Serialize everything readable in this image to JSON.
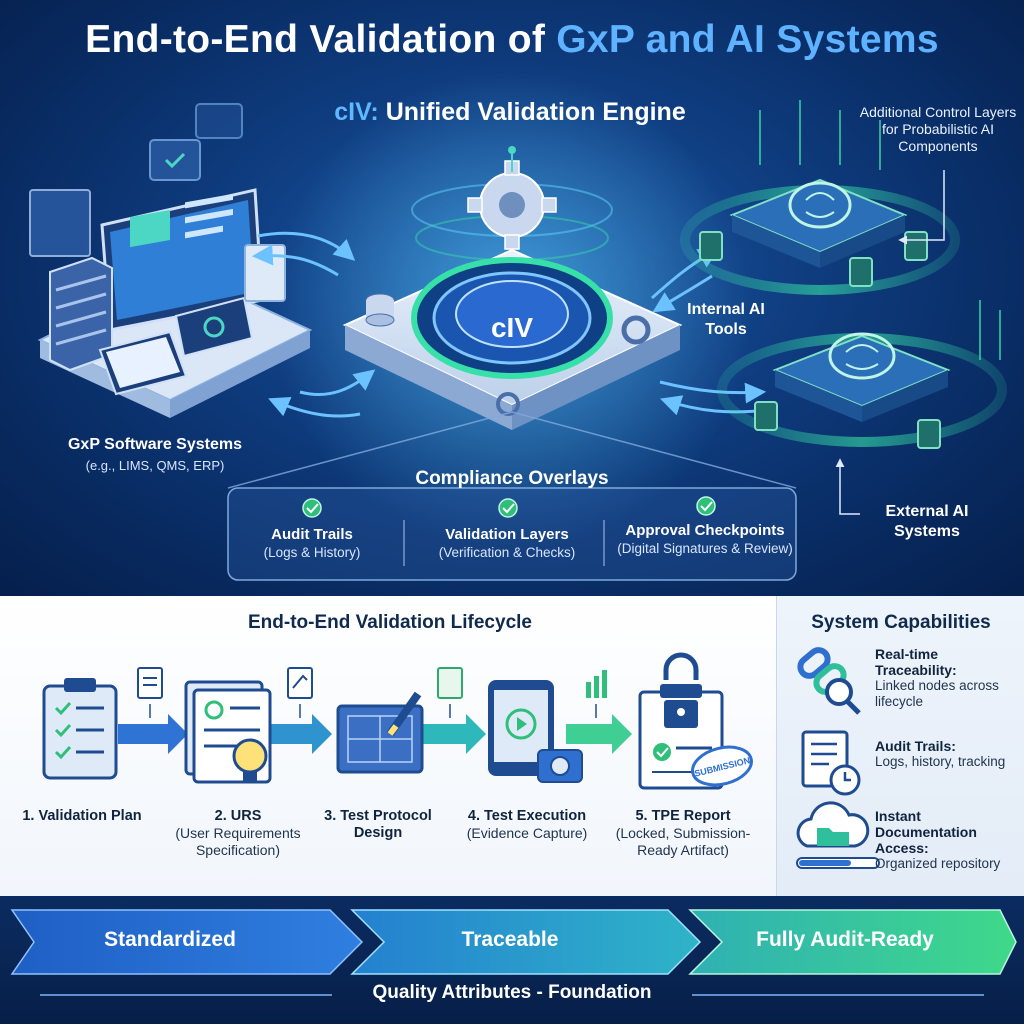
{
  "header": {
    "title_main": "End-to-End Validation of ",
    "title_highlight": "GxP and AI Systems"
  },
  "engine": {
    "title_highlight": "cIV:",
    "title_rest": " Unified Validation Engine",
    "core_label": "cIV"
  },
  "ai": {
    "additional_layers": "Additional Control Layers for Probabilistic AI Components",
    "internal": "Internal AI Tools",
    "external": "External AI Systems"
  },
  "gxp": {
    "title": "GxP Software Systems",
    "subtitle": "(e.g., LIMS, QMS, ERP)"
  },
  "compliance": {
    "title": "Compliance Overlays",
    "items": [
      {
        "title": "Audit Trails",
        "sub": "(Logs & History)"
      },
      {
        "title": "Validation Layers",
        "sub": "(Verification & Checks)"
      },
      {
        "title": "Approval Checkpoints",
        "sub": "(Digital Signatures & Review)"
      }
    ]
  },
  "lifecycle": {
    "title": "End-to-End Validation Lifecycle",
    "steps": [
      {
        "title": "1. Validation Plan",
        "sub": ""
      },
      {
        "title": "2. URS",
        "sub": "(User Requirements Specification)"
      },
      {
        "title": "3. Test Protocol Design",
        "sub": ""
      },
      {
        "title": "4. Test Execution",
        "sub": "(Evidence Capture)"
      },
      {
        "title": "5. TPE Report",
        "sub": "(Locked, Submission-Ready Artifact)"
      }
    ],
    "stamp": "SUBMISSION"
  },
  "capabilities": {
    "title": "System Capabilities",
    "items": [
      {
        "title": "Real-time Traceability:",
        "sub": "Linked nodes across lifecycle"
      },
      {
        "title": "Audit Trails:",
        "sub": "Logs, history, tracking"
      },
      {
        "title": "Instant Documentation Access:",
        "sub": "Organized repository"
      }
    ]
  },
  "quality": {
    "chevrons": [
      "Standardized",
      "Traceable",
      "Fully Audit-Ready"
    ],
    "foundation": "Quality Attributes - Foundation"
  },
  "colors": {
    "navy": "#0a2a5c",
    "accent_blue": "#5fb2ff",
    "teal": "#2fc7a0",
    "green_check": "#3fd98a"
  }
}
